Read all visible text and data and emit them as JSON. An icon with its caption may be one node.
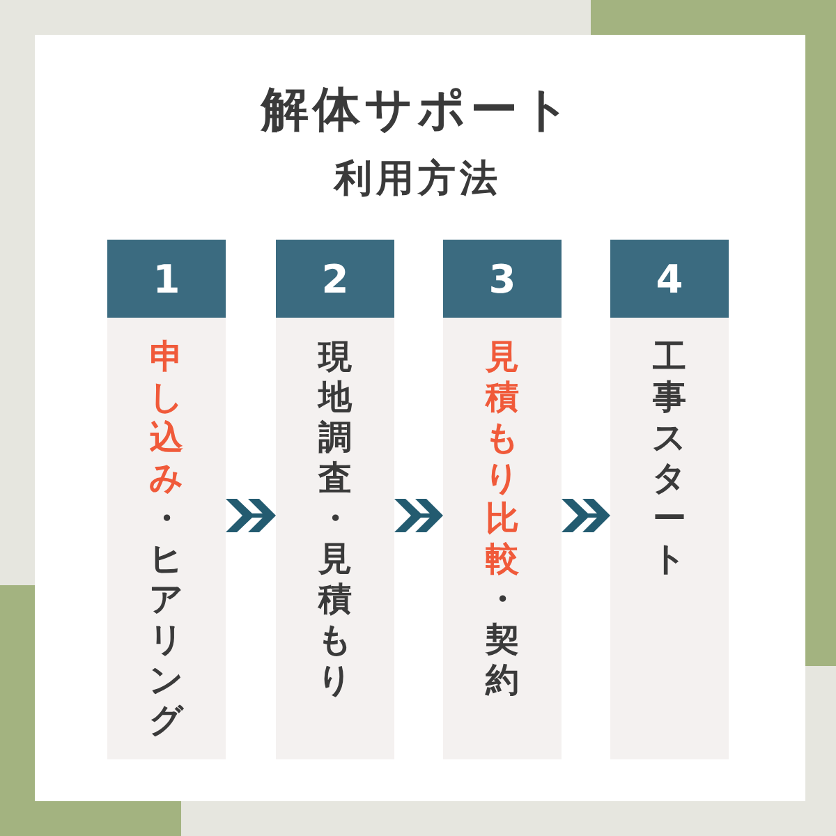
{
  "diagram": {
    "title": "解体サポート",
    "labels": [
      "利用方法"
    ],
    "nodes": [
      {
        "text": [
          "1",
          "申し込み",
          "・ヒアリング"
        ]
      },
      {
        "text": [
          "2",
          "現地調査・見積もり"
        ]
      },
      {
        "text": [
          "3",
          "見積もり比較",
          "・契約"
        ]
      },
      {
        "text": [
          "4",
          "工事スタート"
        ]
      }
    ],
    "edges": [
      {
        "from": 0,
        "to": 1,
        "arrow": "to"
      },
      {
        "from": 1,
        "to": 2,
        "arrow": "to"
      },
      {
        "from": 2,
        "to": 3,
        "arrow": "to"
      }
    ]
  }
}
